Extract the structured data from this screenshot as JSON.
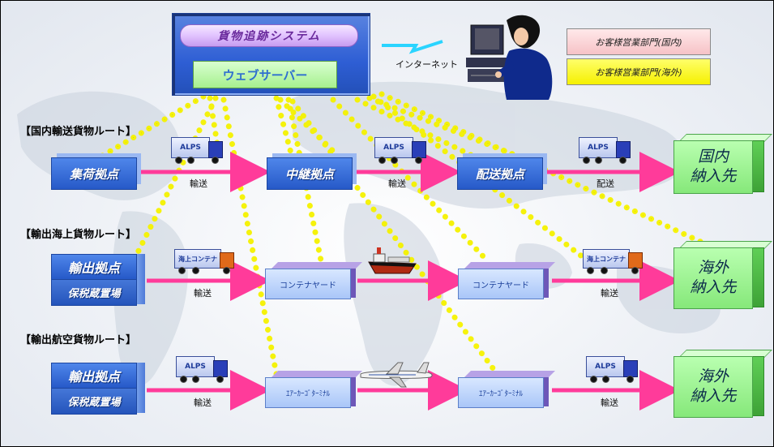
{
  "system": {
    "title": "貨物追跡システム",
    "web_server": "ウェブサーバー",
    "internet_label": "インターネット"
  },
  "sales": {
    "domestic": "お客様営業部門(国内)",
    "overseas": "お客様営業部門(海外)"
  },
  "routes": {
    "domestic": {
      "title": "【国内輸送貨物ルート】",
      "origin": "集荷拠点",
      "relay": "中継拠点",
      "delivery_hub": "配送拠点",
      "destination_line1": "国内",
      "destination_line2": "納入先",
      "leg1": "輸送",
      "leg2": "輸送",
      "leg3": "配送"
    },
    "sea_export": {
      "title": "【輸出海上貨物ルート】",
      "origin": "輸出拠点",
      "bonded": "保税蔵置場",
      "yard1": "コンテナヤード",
      "yard2": "コンテナヤード",
      "destination_line1": "海外",
      "destination_line2": "納入先",
      "leg1": "輸送",
      "leg3": "輸送",
      "truck_label": "海上コンテナ"
    },
    "air_export": {
      "title": "【輸出航空貨物ルート】",
      "origin": "輸出拠点",
      "bonded": "保税蔵置場",
      "terminal1": "ｴｱｰｶｰｺﾞﾀｰﾐﾅﾙ",
      "terminal2": "ｴｱｰｶｰｺﾞﾀｰﾐﾅﾙ",
      "destination_line1": "海外",
      "destination_line2": "納入先",
      "leg1": "輸送",
      "leg3": "輸送"
    }
  },
  "truck_brand": "ALPS",
  "colors": {
    "arrow": "#ff3b9a",
    "dots": "#f5f200",
    "hub_blue": "#2f62d4",
    "destination_green": "#9ef58e",
    "server_purple": "#d8b4ff"
  }
}
